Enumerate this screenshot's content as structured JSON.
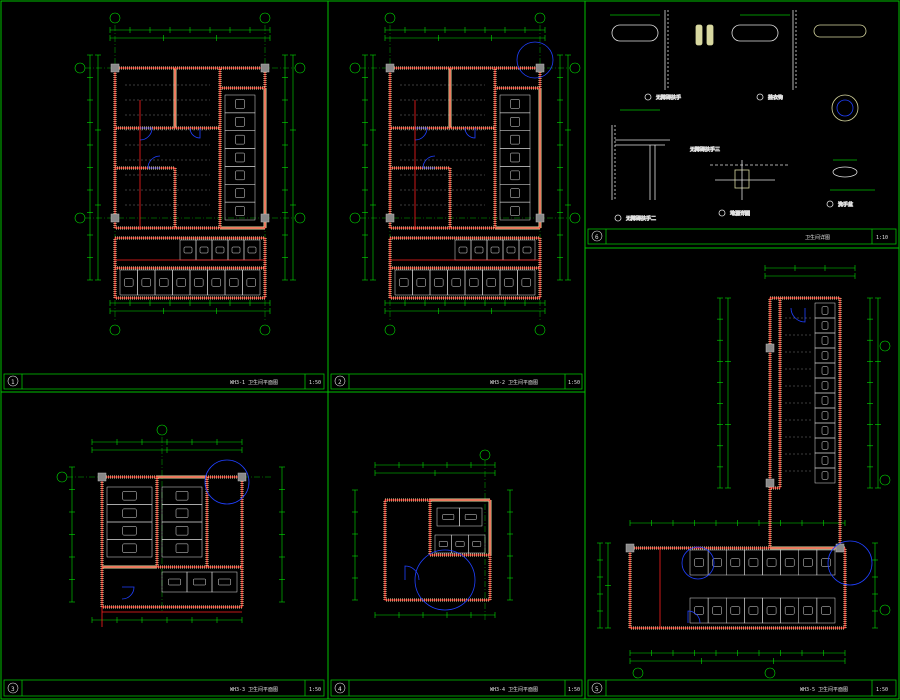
{
  "sheet": {
    "background": "#000000",
    "frame_color": "#00c000",
    "wall_color": "#ff2020",
    "wall_fill": "#d8d8a0",
    "door_color": "#2040ff",
    "dim_color": "#00e000",
    "text_color": "#e0e0e0"
  },
  "panels": [
    {
      "id": "p1",
      "number": "1",
      "title": "WH3-1 卫生间平面图",
      "scale": "1:50"
    },
    {
      "id": "p2",
      "number": "2",
      "title": "WH3-2 卫生间平面图",
      "scale": "1:50"
    },
    {
      "id": "p3",
      "number": "3",
      "title": "WH3-3 卫生间平面图",
      "scale": "1:50"
    },
    {
      "id": "p4",
      "number": "4",
      "title": "WH3-4 卫生间平面图",
      "scale": "1:50"
    },
    {
      "id": "p5",
      "number": "5",
      "title": "WH3-5 卫生间平面图",
      "scale": "1:50"
    },
    {
      "id": "p6",
      "number": "6",
      "title": "卫生间详图",
      "scale": "1:10"
    }
  ],
  "details": [
    {
      "id": "d1",
      "label": "无障碍扶手"
    },
    {
      "id": "d2",
      "label": "无障碍扶手二"
    },
    {
      "id": "d3",
      "label": "挂衣钩"
    },
    {
      "id": "d4",
      "label": "无障碍扶手三"
    },
    {
      "id": "d5",
      "label": "地漏详图"
    },
    {
      "id": "d6",
      "label": "洗手盆"
    }
  ]
}
